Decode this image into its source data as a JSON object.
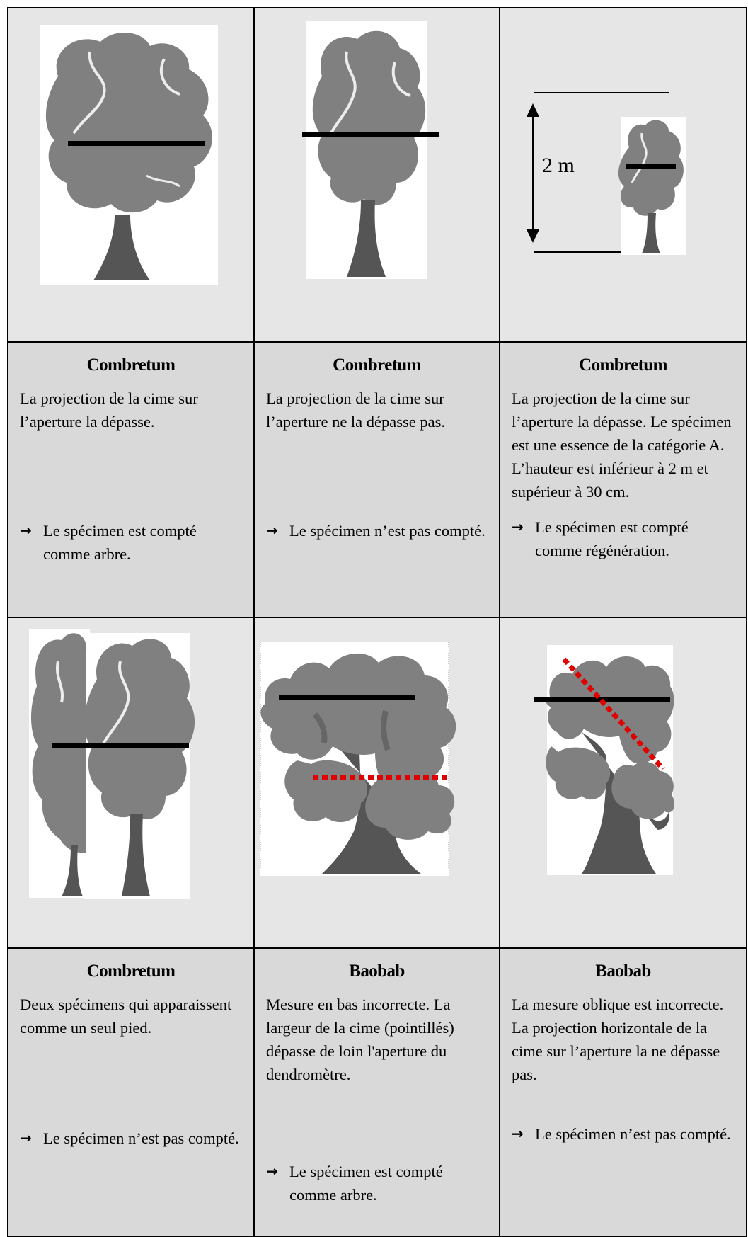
{
  "cells": [
    {
      "title": "Combretum",
      "description": "La projection de la cime sur l’aperture la dépasse.",
      "result_arrow": "→",
      "result": "Le spécimen est compté comme arbre."
    },
    {
      "title": "Combretum",
      "description": "La projection de la cime sur l’aperture ne la dépasse pas.",
      "result_arrow": "→",
      "result": "Le spécimen n’est pas compté."
    },
    {
      "title": "Combretum",
      "description": "La projection de la cime sur l’aperture la dépasse. Le spécimen est une essence de la catégorie A. L’hauteur est inférieur à 2 m et supérieur à 30 cm.",
      "result_arrow": "→",
      "result": "Le spécimen est compté comme régénération."
    },
    {
      "title": "Combretum",
      "description": "Deux spécimens qui apparaissent comme un seul pied.",
      "result_arrow": "→",
      "result": "Le spécimen n’est pas compté."
    },
    {
      "title": "Baobab",
      "description": "Mesure en bas incorrecte. La largeur de la cime (pointillés) dépasse de loin l'aperture du dendromètre.",
      "result_arrow": "→",
      "result": "Le spécimen est compté comme arbre."
    },
    {
      "title": "Baobab",
      "description": "La mesure oblique est incorrecte. La projection horizontale de la cime sur l’aperture la ne dépasse pas.",
      "result_arrow": "→",
      "result": "Le spécimen n’est pas compté."
    }
  ],
  "height_marker_label": "2 m",
  "colors": {
    "crown": "#808080",
    "crown_light": "#9a9a9a",
    "trunk": "#555555",
    "measure_line": "#000000",
    "dotted_line": "#e00000"
  }
}
